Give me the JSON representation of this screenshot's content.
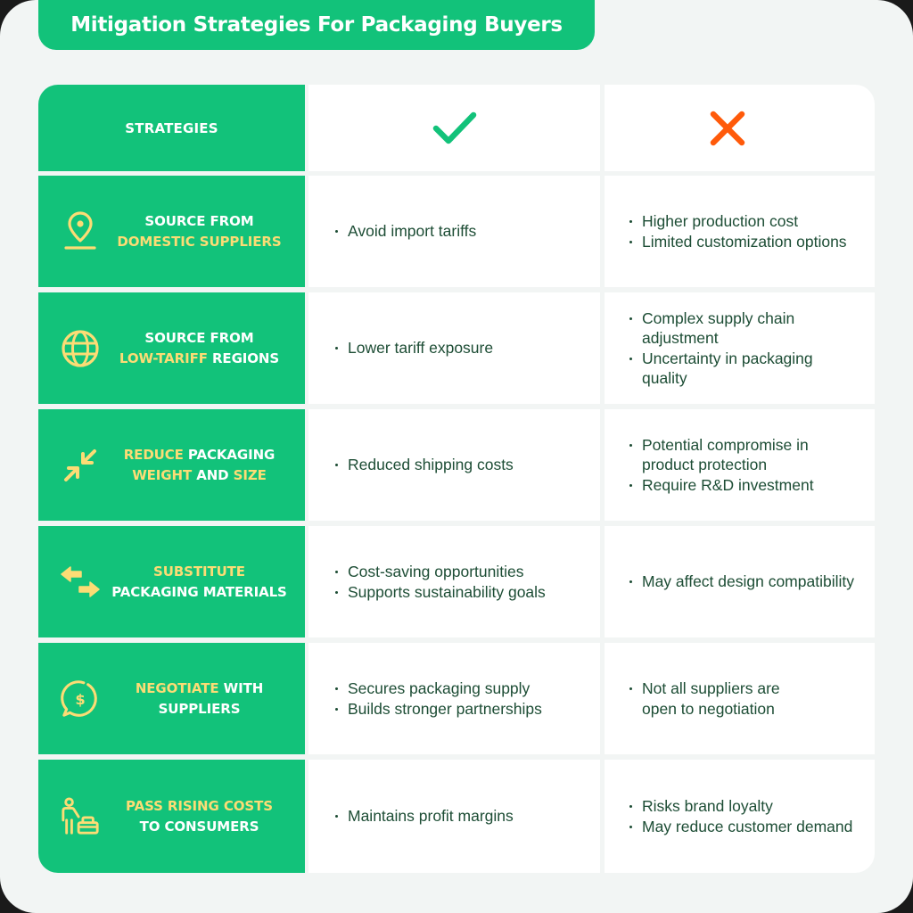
{
  "title": "Mitigation Strategies For Packaging Buyers",
  "colors": {
    "brand_green": "#12c27a",
    "highlight_yellow": "#fcdc75",
    "check_green": "#12c27a",
    "cross_orange": "#ff5a0a",
    "body_text": "#1d4d35",
    "background": "#f2f5f4"
  },
  "header": {
    "strategies_label": "STRATEGIES",
    "pros_icon": "check-icon",
    "cons_icon": "cross-icon"
  },
  "rows": [
    {
      "icon": "location-pin-icon",
      "strategy_line1": [
        {
          "text": "SOURCE FROM",
          "highlight": false
        }
      ],
      "strategy_line2": [
        {
          "text": "DOMESTIC SUPPLIERS",
          "highlight": true
        }
      ],
      "pros": [
        "Avoid import tariffs"
      ],
      "cons": [
        "Higher production cost",
        "Limited customization options"
      ]
    },
    {
      "icon": "globe-icon",
      "strategy_line1": [
        {
          "text": "SOURCE FROM",
          "highlight": false
        }
      ],
      "strategy_line2": [
        {
          "text": "LOW-TARIFF",
          "highlight": true
        },
        {
          "text": " REGIONS",
          "highlight": false
        }
      ],
      "pros": [
        "Lower tariff exposure"
      ],
      "cons": [
        "Complex supply chain adjustment",
        "Uncertainty in packaging quality"
      ]
    },
    {
      "icon": "compress-arrows-icon",
      "strategy_line1": [
        {
          "text": "REDUCE",
          "highlight": true
        },
        {
          "text": " PACKAGING",
          "highlight": false
        }
      ],
      "strategy_line2": [
        {
          "text": "WEIGHT",
          "highlight": true
        },
        {
          "text": " AND ",
          "highlight": false
        },
        {
          "text": "SIZE",
          "highlight": true
        }
      ],
      "pros": [
        "Reduced shipping costs"
      ],
      "cons": [
        "Potential compromise in product protection",
        "Require R&D investment"
      ]
    },
    {
      "icon": "swap-arrows-icon",
      "strategy_line1": [
        {
          "text": "SUBSTITUTE",
          "highlight": true
        }
      ],
      "strategy_line2": [
        {
          "text": "PACKAGING MATERIALS",
          "highlight": false
        }
      ],
      "pros": [
        "Cost-saving opportunities",
        "Supports sustainability goals"
      ],
      "cons": [
        "May affect design compatibility"
      ]
    },
    {
      "icon": "dollar-chat-icon",
      "strategy_line1": [
        {
          "text": "NEGOTIATE",
          "highlight": true
        },
        {
          "text": " WITH",
          "highlight": false
        }
      ],
      "strategy_line2": [
        {
          "text": "SUPPLIERS",
          "highlight": false
        }
      ],
      "pros": [
        "Secures packaging supply",
        "Builds stronger partnerships"
      ],
      "cons": [
        "Not all suppliers are open to negotiation"
      ]
    },
    {
      "icon": "person-basket-icon",
      "strategy_line1": [
        {
          "text": "PASS RISING COSTS",
          "highlight": true
        }
      ],
      "strategy_line2": [
        {
          "text": "TO CONSUMERS",
          "highlight": false
        }
      ],
      "pros": [
        "Maintains profit margins"
      ],
      "cons": [
        "Risks brand loyalty",
        "May reduce customer demand"
      ]
    }
  ]
}
